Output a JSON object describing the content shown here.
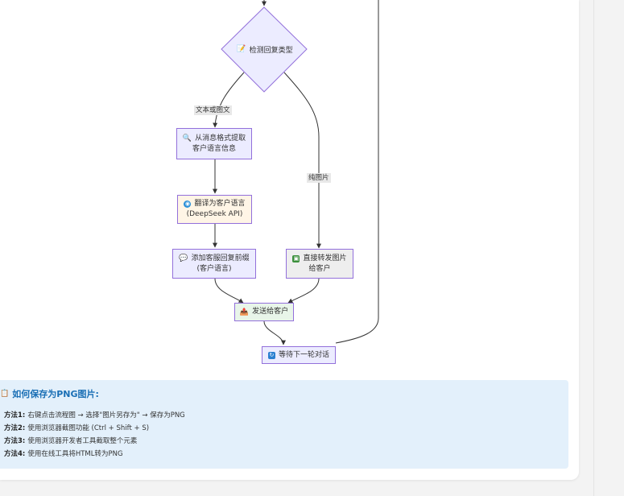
{
  "nodes": {
    "detect": {
      "label": "检测回复类型",
      "icon": "memo-icon"
    },
    "extract": {
      "line1": "从消息格式提取",
      "line2": "客户语言信息",
      "icon": "magnifier-icon"
    },
    "translate": {
      "line1": "翻译为客户语言",
      "line2": "(DeepSeek API)",
      "icon": "globe-icon"
    },
    "prefix": {
      "line1": "添加客服回复前缀",
      "line2": "(客户语言)",
      "icon": "speech-bubble-icon"
    },
    "forward": {
      "line1": "直接转发图片",
      "line2": "给客户",
      "icon": "picture-icon"
    },
    "send": {
      "label": "发送给客户",
      "icon": "outbox-tray-icon"
    },
    "wait": {
      "label": "等待下一轮对话",
      "icon": "repeat-icon"
    }
  },
  "edges": {
    "text_label": "文本或图文",
    "image_label": "纯图片"
  },
  "tips": {
    "title": "如何保存为PNG图片:",
    "methods": [
      {
        "label": "方法1:",
        "text": "右键点击流程图 → 选择\"图片另存为\" → 保存为PNG"
      },
      {
        "label": "方法2:",
        "text": "使用浏览器截图功能 (Ctrl + Shift + S)"
      },
      {
        "label": "方法3:",
        "text": "使用浏览器开发者工具截取整个元素"
      },
      {
        "label": "方法4:",
        "text": "使用在线工具将HTML转为PNG"
      }
    ]
  },
  "colors": {
    "node_fill": "#ececff",
    "node_stroke": "#9370db",
    "translate_fill": "#fff5e6",
    "forward_fill": "#eeeeee",
    "send_fill": "#e8f5e9",
    "edge": "#333333",
    "tip_bg": "#e3f0fb",
    "tip_title": "#1a6fb5"
  }
}
